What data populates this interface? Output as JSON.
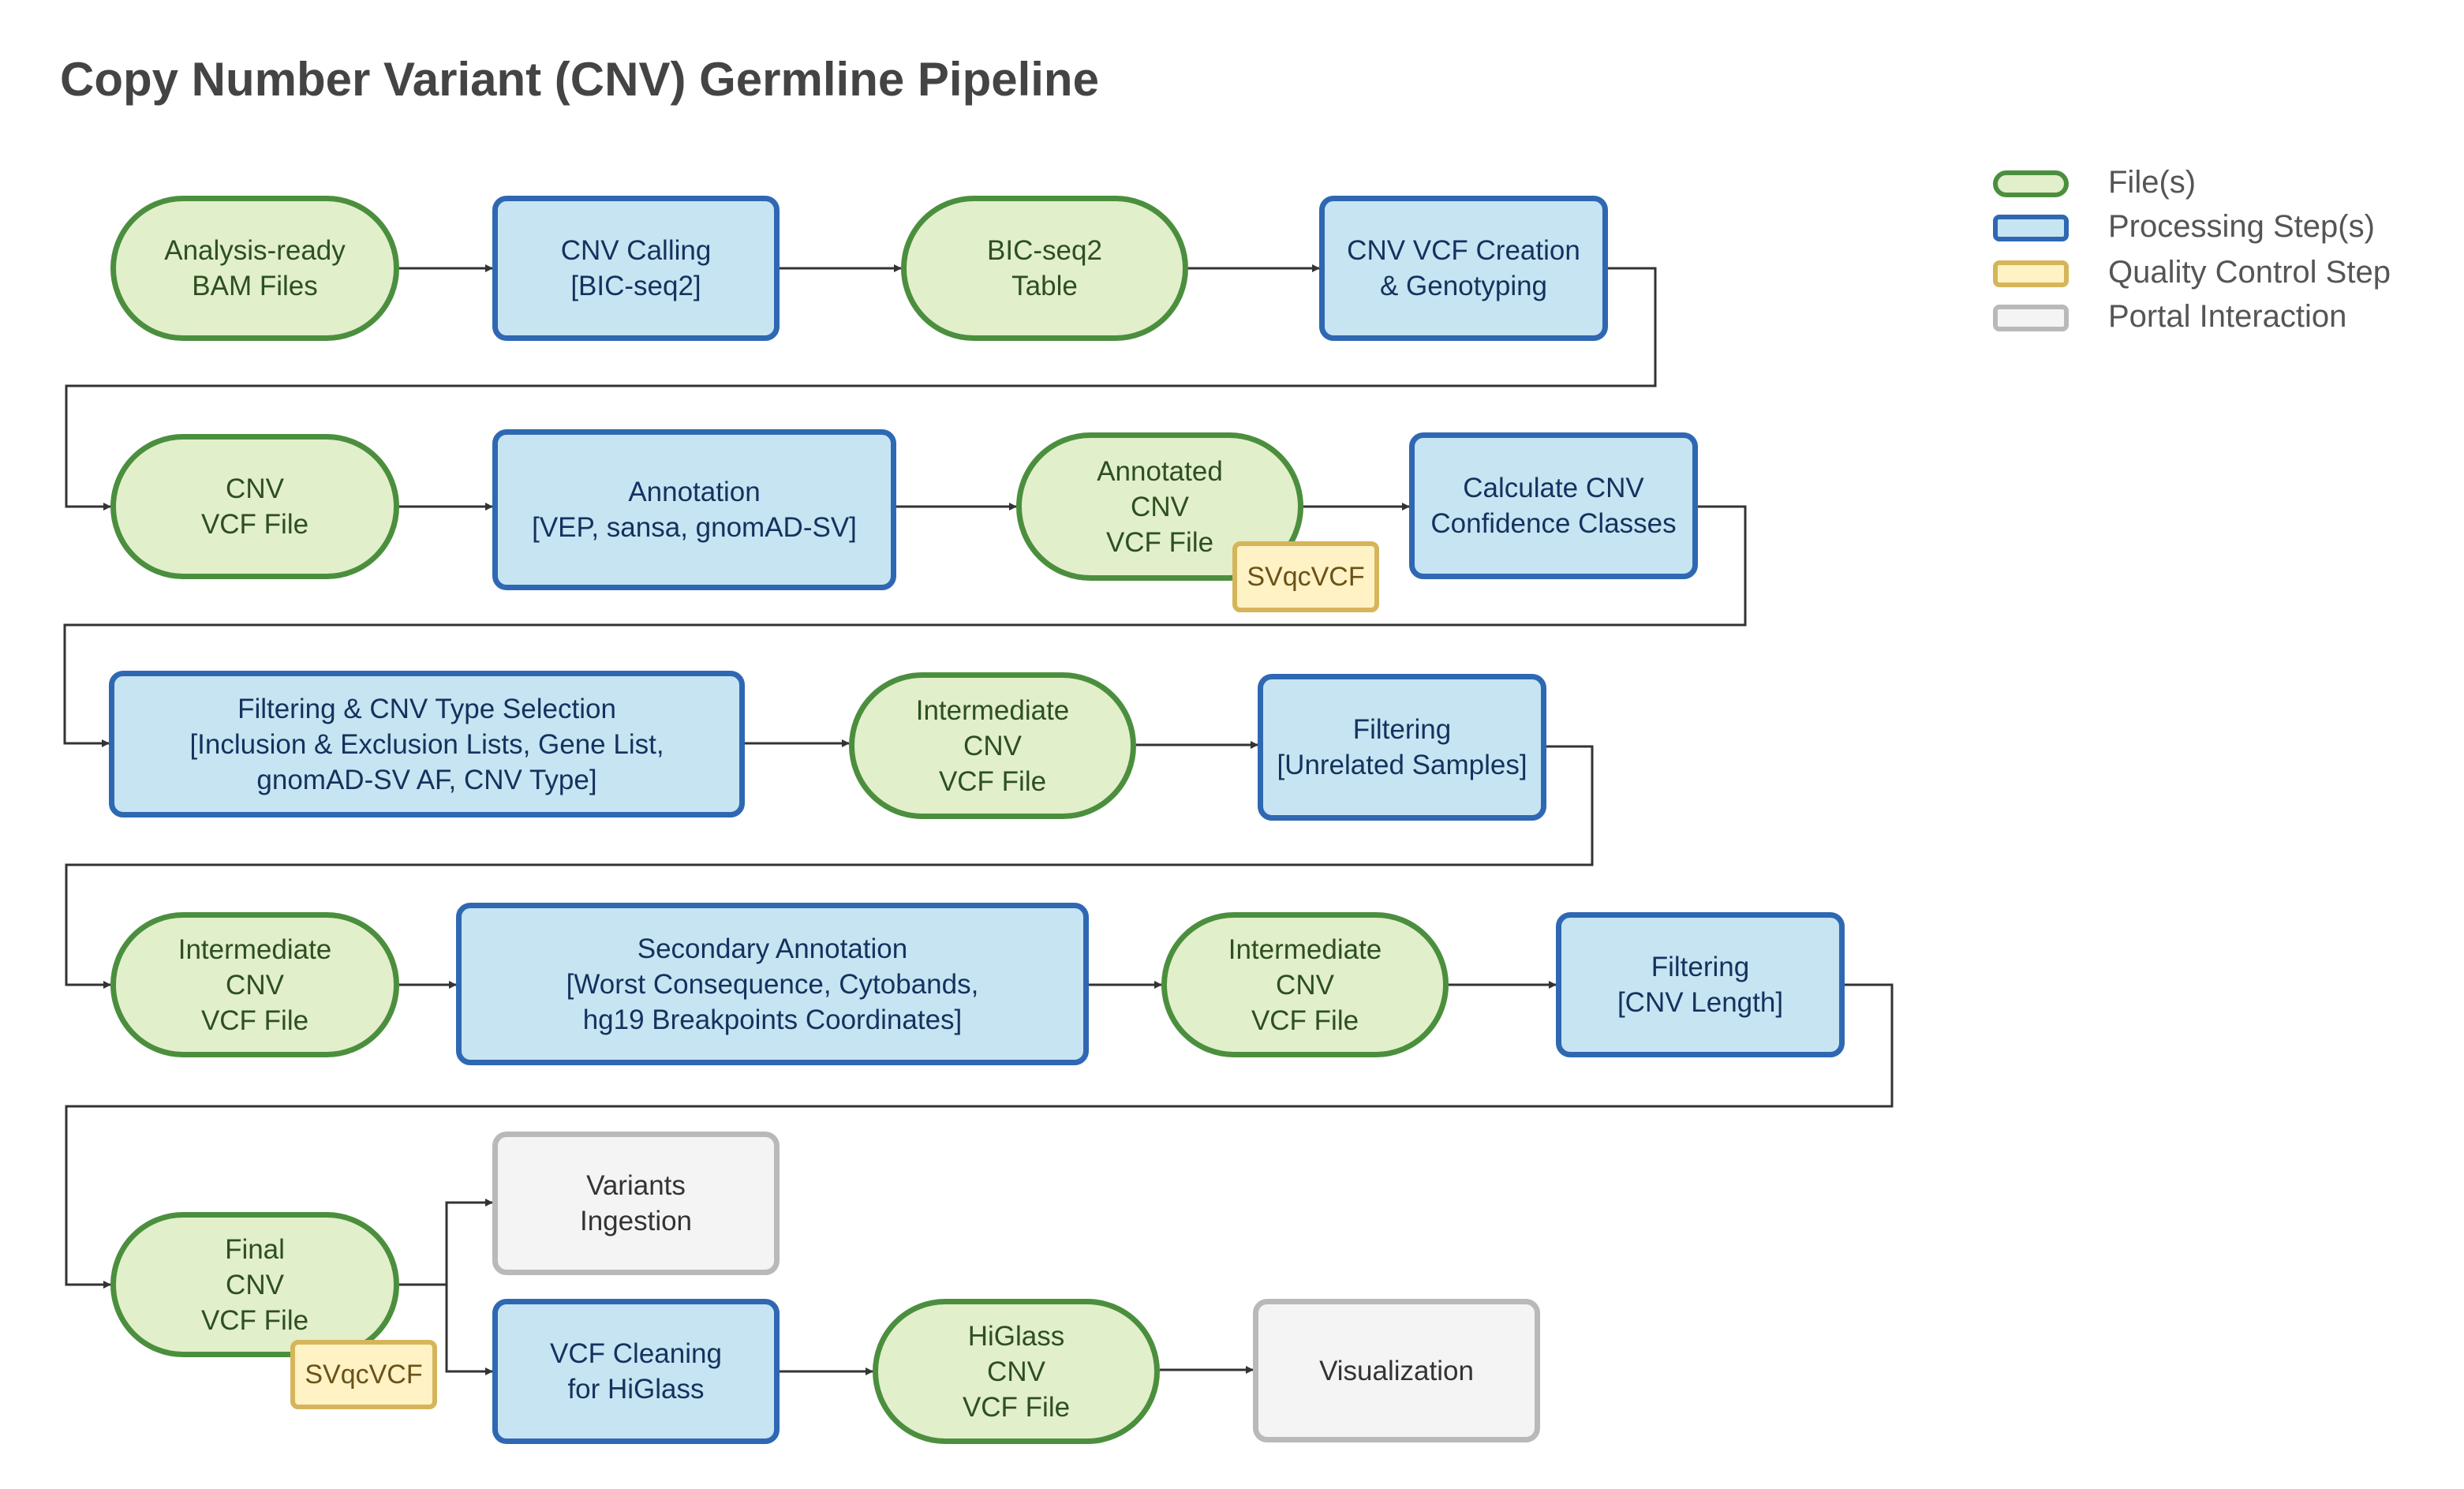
{
  "title": "Copy Number Variant (CNV) Germline Pipeline",
  "colors": {
    "file_fill": "#e2efcb",
    "file_border": "#4b8f3e",
    "process_fill": "#c7e4f2",
    "process_border": "#2f68b2",
    "qc_fill": "#fff2c5",
    "qc_border": "#d6b55a",
    "portal_fill": "#f4f4f4",
    "portal_border": "#b9b9b9",
    "edge": "#333333"
  },
  "legend": [
    {
      "kind": "file",
      "label": "File(s)"
    },
    {
      "kind": "process",
      "label": "Processing Step(s)"
    },
    {
      "kind": "qc",
      "label": "Quality Control Step"
    },
    {
      "kind": "portal",
      "label": "Portal Interaction"
    }
  ],
  "nodes": {
    "bam": {
      "kind": "file",
      "label": "Analysis-ready\nBAM Files"
    },
    "cnv_calling": {
      "kind": "process",
      "label": "CNV Calling\n[BIC-seq2]"
    },
    "bicseq_table": {
      "kind": "file",
      "label": "BIC-seq2\nTable"
    },
    "vcf_creation": {
      "kind": "process",
      "label": "CNV VCF Creation\n& Genotyping"
    },
    "cnv_vcf": {
      "kind": "file",
      "label": "CNV\nVCF File"
    },
    "annotation": {
      "kind": "process",
      "label": "Annotation\n[VEP, sansa, gnomAD-SV]"
    },
    "annotated_vcf": {
      "kind": "file",
      "label": "Annotated\nCNV\nVCF File"
    },
    "qc1": {
      "kind": "qc",
      "label": "SVqcVCF"
    },
    "confidence": {
      "kind": "process",
      "label": "Calculate CNV\nConfidence Classes"
    },
    "filter_type": {
      "kind": "process",
      "label": "Filtering & CNV Type Selection\n[Inclusion & Exclusion Lists, Gene List,\ngnomAD-SV AF, CNV Type]"
    },
    "inter_vcf1": {
      "kind": "file",
      "label": "Intermediate\nCNV\nVCF File"
    },
    "filter_unrelated": {
      "kind": "process",
      "label": "Filtering\n[Unrelated Samples]"
    },
    "inter_vcf2": {
      "kind": "file",
      "label": "Intermediate\nCNV\nVCF File"
    },
    "secondary_annotation": {
      "kind": "process",
      "label": "Secondary Annotation\n[Worst Consequence, Cytobands,\nhg19 Breakpoints Coordinates]"
    },
    "inter_vcf3": {
      "kind": "file",
      "label": "Intermediate\nCNV\nVCF File"
    },
    "filter_length": {
      "kind": "process",
      "label": "Filtering\n[CNV Length]"
    },
    "final_vcf": {
      "kind": "file",
      "label": "Final\nCNV\nVCF File"
    },
    "qc2": {
      "kind": "qc",
      "label": "SVqcVCF"
    },
    "variants_ingestion": {
      "kind": "portal",
      "label": "Variants\nIngestion"
    },
    "vcf_cleaning": {
      "kind": "process",
      "label": "VCF Cleaning\nfor HiGlass"
    },
    "higlass_vcf": {
      "kind": "file",
      "label": "HiGlass\nCNV\nVCF File"
    },
    "visualization": {
      "kind": "portal",
      "label": "Visualization"
    }
  },
  "edges": [
    [
      "bam",
      "cnv_calling"
    ],
    [
      "cnv_calling",
      "bicseq_table"
    ],
    [
      "bicseq_table",
      "vcf_creation"
    ],
    [
      "vcf_creation",
      "cnv_vcf"
    ],
    [
      "cnv_vcf",
      "annotation"
    ],
    [
      "annotation",
      "annotated_vcf"
    ],
    [
      "annotated_vcf",
      "confidence"
    ],
    [
      "confidence",
      "filter_type"
    ],
    [
      "filter_type",
      "inter_vcf1"
    ],
    [
      "inter_vcf1",
      "filter_unrelated"
    ],
    [
      "filter_unrelated",
      "inter_vcf2"
    ],
    [
      "inter_vcf2",
      "secondary_annotation"
    ],
    [
      "secondary_annotation",
      "inter_vcf3"
    ],
    [
      "inter_vcf3",
      "filter_length"
    ],
    [
      "filter_length",
      "final_vcf"
    ],
    [
      "final_vcf",
      "variants_ingestion"
    ],
    [
      "final_vcf",
      "vcf_cleaning"
    ],
    [
      "vcf_cleaning",
      "higlass_vcf"
    ],
    [
      "higlass_vcf",
      "visualization"
    ]
  ]
}
